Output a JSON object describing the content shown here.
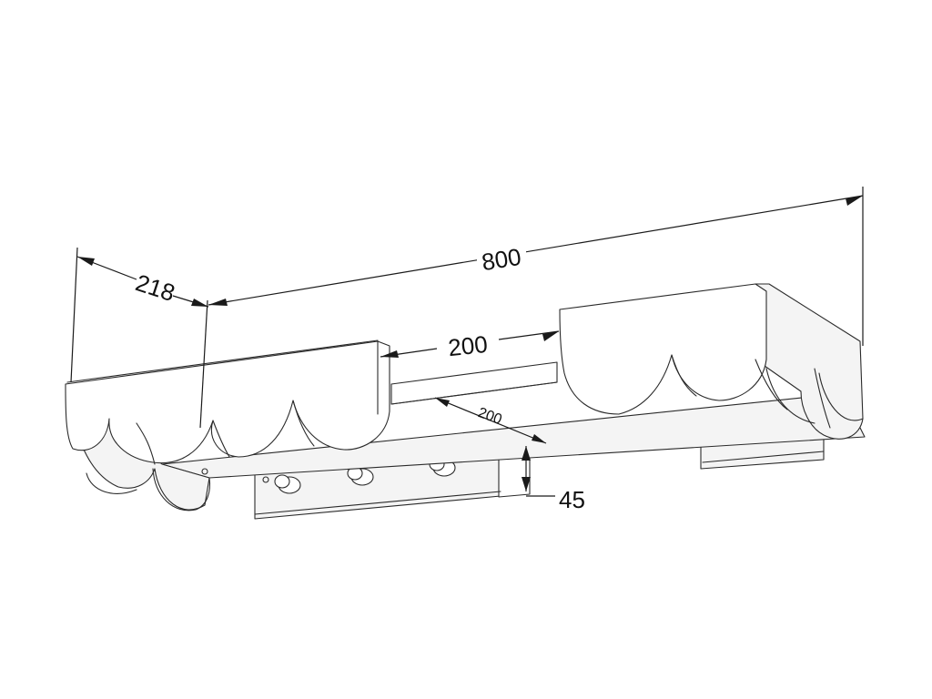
{
  "dimensions": {
    "total_length": "800",
    "depth": "218",
    "gap": "200",
    "bracket_depth": "200",
    "bracket_height": "45"
  }
}
